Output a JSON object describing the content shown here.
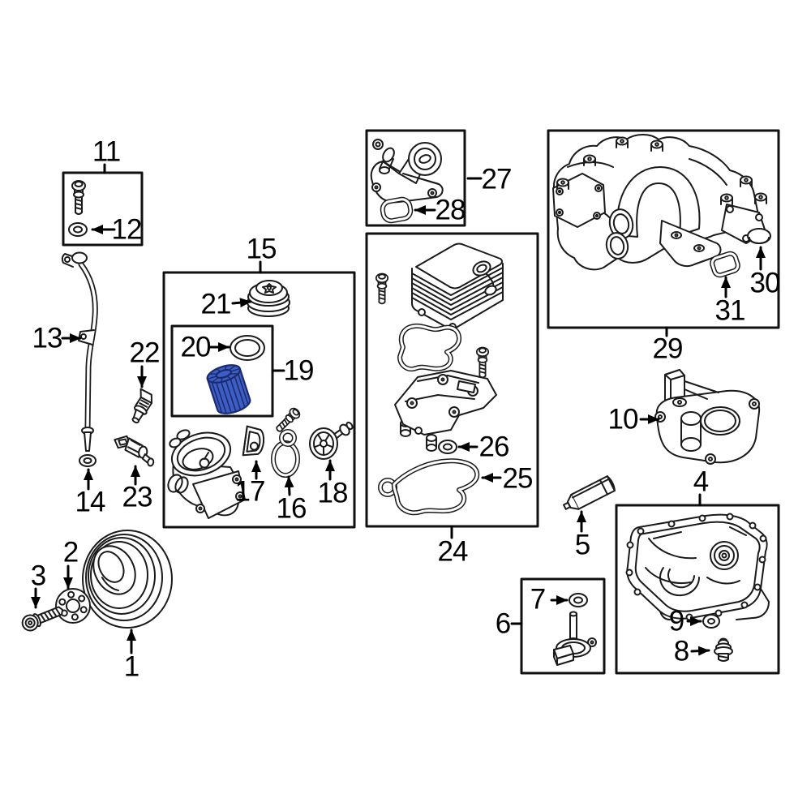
{
  "diagram": {
    "colors": {
      "background": "#ffffff",
      "line": "#1a1a1a",
      "box_border": "#111111",
      "label_text": "#000000"
    },
    "highlight": {
      "callout": "19",
      "fill": "#3d5ec4",
      "outline": "#1b2b6e"
    },
    "callouts": [
      {
        "label": "1"
      },
      {
        "label": "2"
      },
      {
        "label": "3"
      },
      {
        "label": "4"
      },
      {
        "label": "5"
      },
      {
        "label": "6"
      },
      {
        "label": "7"
      },
      {
        "label": "8"
      },
      {
        "label": "9"
      },
      {
        "label": "10"
      },
      {
        "label": "11"
      },
      {
        "label": "12"
      },
      {
        "label": "13"
      },
      {
        "label": "14"
      },
      {
        "label": "15"
      },
      {
        "label": "16"
      },
      {
        "label": "17"
      },
      {
        "label": "18"
      },
      {
        "label": "19"
      },
      {
        "label": "20"
      },
      {
        "label": "21"
      },
      {
        "label": "22"
      },
      {
        "label": "23"
      },
      {
        "label": "24"
      },
      {
        "label": "25"
      },
      {
        "label": "26"
      },
      {
        "label": "27"
      },
      {
        "label": "28"
      },
      {
        "label": "29"
      },
      {
        "label": "30"
      },
      {
        "label": "31"
      }
    ],
    "boxed_groups": [
      {
        "callout": "11",
        "contains": [
          "12"
        ]
      },
      {
        "callout": "15",
        "contains": [
          "21",
          "20",
          "19",
          "17",
          "16",
          "18"
        ]
      },
      {
        "callout": "19",
        "contains": [
          "20"
        ]
      },
      {
        "callout": "27",
        "contains": [
          "28"
        ]
      },
      {
        "callout": "24",
        "contains": [
          "26",
          "25"
        ]
      },
      {
        "callout": "29",
        "contains": [
          "30",
          "31"
        ]
      },
      {
        "callout": "4",
        "contains": [
          "9",
          "8"
        ]
      },
      {
        "callout": "6",
        "contains": [
          "7"
        ]
      }
    ]
  }
}
